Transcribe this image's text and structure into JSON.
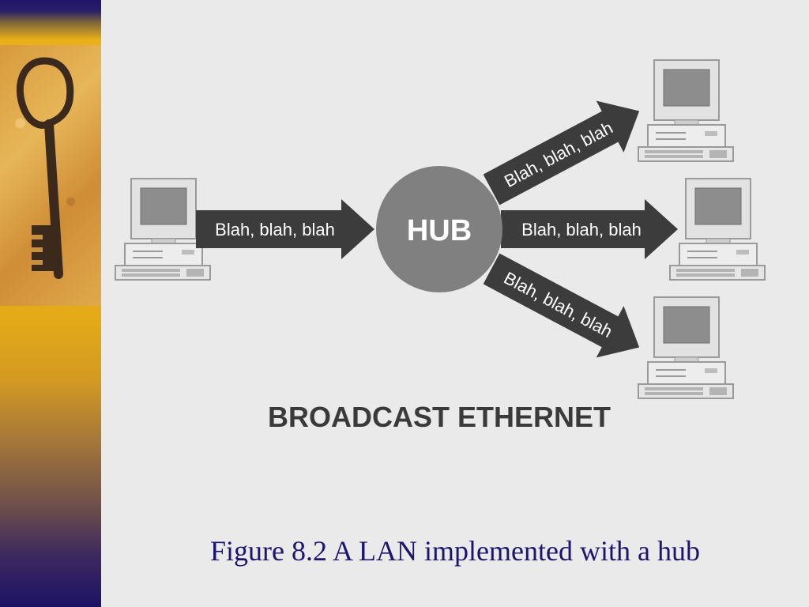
{
  "diagram": {
    "hub_label": "HUB",
    "incoming_message": "Blah, blah, blah",
    "outgoing_messages": [
      "Blah, blah, blah",
      "Blah, blah, blah",
      "Blah, blah, blah"
    ],
    "title": "BROADCAST ETHERNET"
  },
  "caption": "Figure 8.2  A LAN implemented with a hub",
  "colors": {
    "arrow": "#3c3c3c",
    "hub": "#808080",
    "diagram_text": "#ffffff",
    "title_text": "#3a3a3a",
    "caption_text": "#1c1470"
  },
  "icons": [
    "key-icon",
    "desktop-computer-icon"
  ]
}
